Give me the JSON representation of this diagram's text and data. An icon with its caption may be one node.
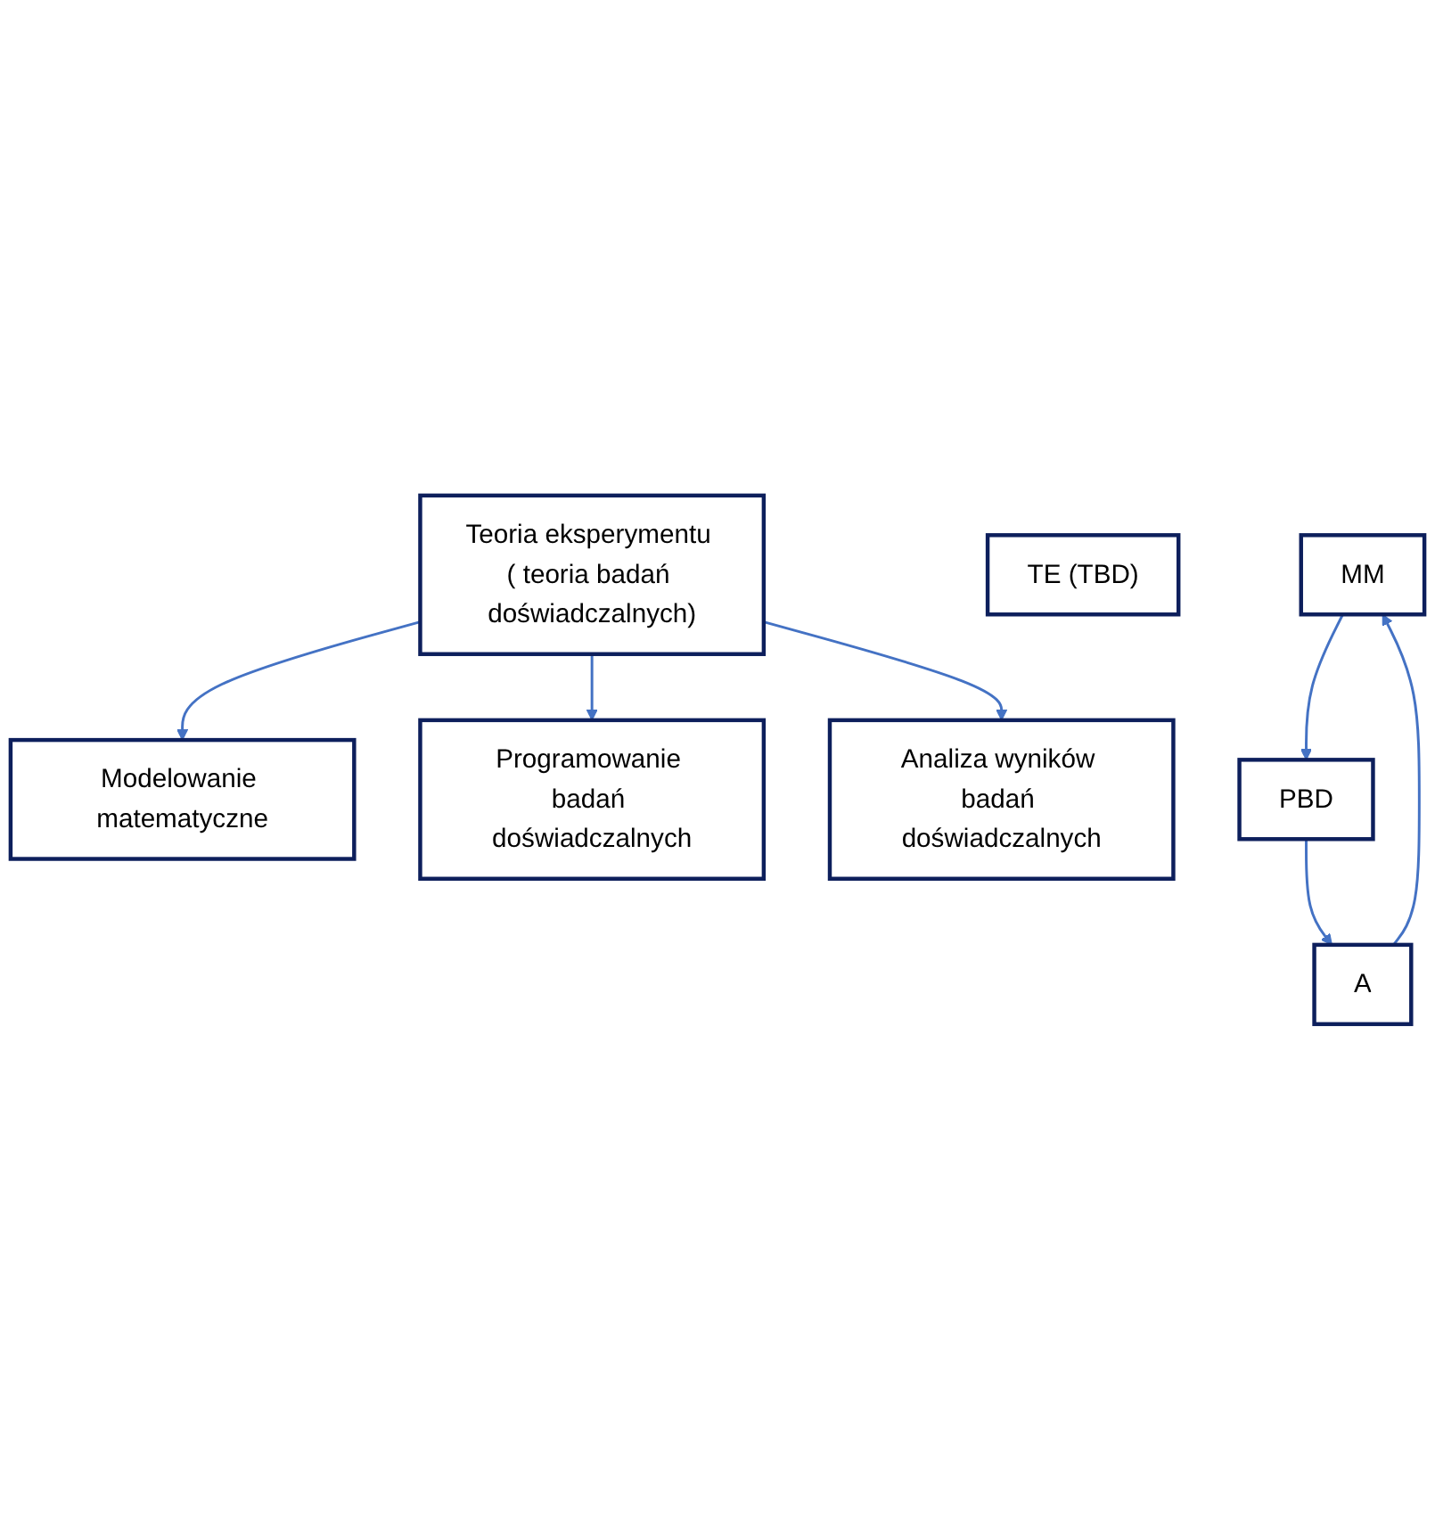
{
  "diagram": {
    "nodes": [
      {
        "text": [
          "Teoria eksperymentu ( teoria badań doświadczalnych)"
        ]
      },
      {
        "text": [
          "TE (TBD)"
        ]
      },
      {
        "text": [
          "Modelowanie matematyczne"
        ]
      },
      {
        "text": [
          "MM"
        ]
      },
      {
        "text": [
          "Programowanie badań doświadczalnych"
        ]
      },
      {
        "text": [
          "PBD"
        ]
      },
      {
        "text": [
          "Analiza wyników badań doświadczalnych"
        ]
      },
      {
        "text": [
          "A"
        ]
      }
    ],
    "edges": [
      {
        "from": 0,
        "to": 2,
        "arrow": "to"
      },
      {
        "from": 0,
        "to": 4,
        "arrow": "to"
      },
      {
        "from": 0,
        "to": 6,
        "arrow": "to"
      },
      {
        "from": 3,
        "to": 5,
        "arrow": "to"
      },
      {
        "from": 5,
        "to": 7,
        "arrow": "to"
      },
      {
        "from": 7,
        "to": 3,
        "arrow": "to"
      }
    ]
  }
}
